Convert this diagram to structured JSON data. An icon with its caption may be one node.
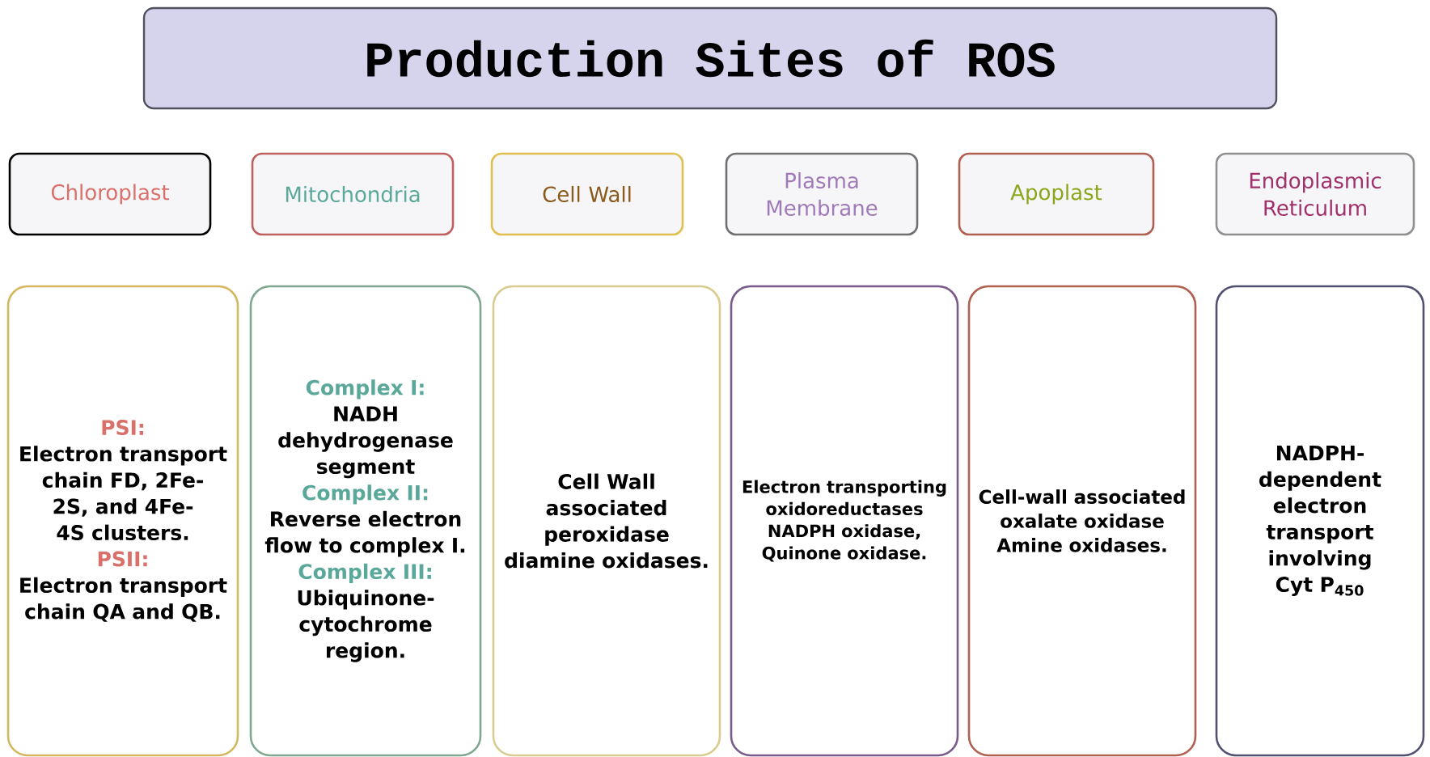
{
  "diagram": {
    "title": "Production Sites of ROS",
    "nodes": [
      {
        "text": [
          "Chloroplast"
        ]
      },
      {
        "text": [
          "Mitochondria"
        ]
      },
      {
        "text": [
          "Cell Wall"
        ]
      },
      {
        "text": [
          "Plasma Membrane"
        ]
      },
      {
        "text": [
          "Apoplast"
        ]
      },
      {
        "text": [
          "Endoplasmic Reticulum"
        ]
      },
      {
        "text": [
          "PSI:",
          "Electron transport chain FD, 2Fe-2S, and 4Fe-4S clusters.",
          "PSII:",
          "Electron transport chain QA and QB."
        ]
      },
      {
        "text": [
          "Complex I:",
          "NADH dehydrogenase segment",
          "Complex II:",
          "Reverse electron flow to complex I.",
          "Complex III:",
          "Ubiquinone-cytochrome region."
        ]
      },
      {
        "text": [
          "Cell Wall associated peroxidase diamine oxidases."
        ]
      },
      {
        "text": [
          "Electron transporting oxidoreductases NADPH oxidase, Quinone oxidase."
        ]
      },
      {
        "text": [
          "Cell-wall associated oxalate oxidase Amine oxidases."
        ]
      },
      {
        "text": [
          "NADPH-dependent electron transport involving Cyt P$_{450}$"
        ]
      }
    ]
  }
}
